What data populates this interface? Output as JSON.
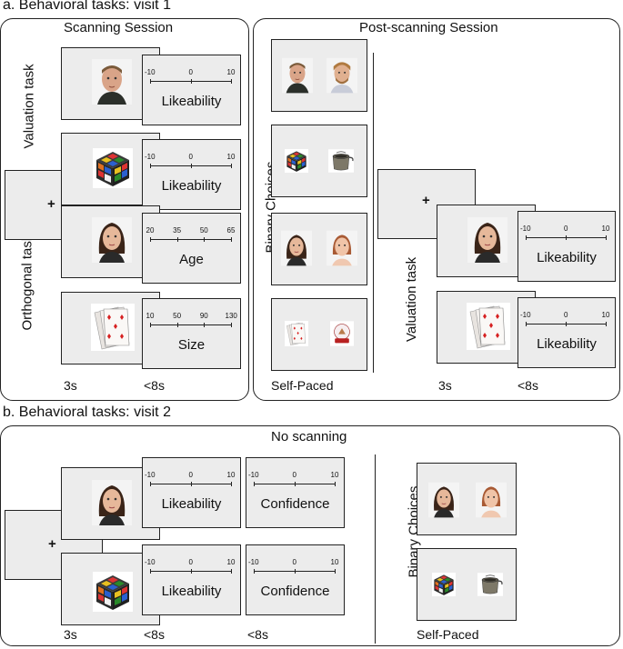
{
  "headings": {
    "visit1": "a. Behavioral tasks: visit 1",
    "visit2": "b. Behavioral tasks: visit 2"
  },
  "sessions": {
    "scanning": "Scanning Session",
    "post_scanning": "Post-scanning Session",
    "no_scanning": "No scanning"
  },
  "side_labels": {
    "valuation_task": "Valuation task",
    "orthogonal_task": "Orthogonal task",
    "binary_choices": "Binary Choices",
    "valuation_task_post": "Valuation task",
    "binary_choices_v2": "Binary Choices"
  },
  "timings": {
    "fix": "3s",
    "rating": "<8s",
    "self_paced": "Self-Paced",
    "fix_post": "3s",
    "rating_post": "<8s",
    "fix_v2": "3s",
    "rating_v2": "<8s",
    "confidence_v2": "<8s",
    "self_paced_v2": "Self-Paced"
  },
  "fixation": "+",
  "scales": {
    "likeability": {
      "title": "Likeability",
      "ticks": [
        "-10",
        "0",
        "10"
      ]
    },
    "age": {
      "title": "Age",
      "ticks": [
        "20",
        "35",
        "50",
        "65"
      ]
    },
    "size": {
      "title": "Size",
      "ticks": [
        "10",
        "50",
        "90",
        "130"
      ]
    },
    "confidence": {
      "title": "Confidence",
      "ticks": [
        "-10",
        "0",
        "10"
      ]
    }
  },
  "colors": {
    "screen_bg": "#ececec",
    "border": "#222222"
  },
  "stimuli_icons": [
    "male-face-icon",
    "male-face-2-icon",
    "female-face-icon",
    "female-face-2-icon",
    "rubiks-cube-icon",
    "metal-pot-icon",
    "playing-cards-icon",
    "snow-globe-icon"
  ]
}
